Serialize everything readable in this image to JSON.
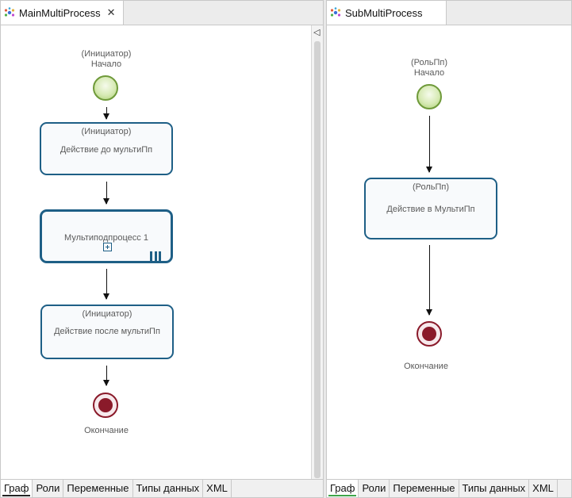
{
  "main": {
    "tab_title": "MainMultiProcess",
    "close_glyph": "✕",
    "scroll_arrow": "◁",
    "start_label_role": "(Инициатор)",
    "start_label_name": "Начало",
    "task1": {
      "role": "(Инициатор)",
      "name": "Действие до мультиПп"
    },
    "subprocess": {
      "name": "Мультиподпроцесс 1"
    },
    "task2": {
      "role": "(Инициатор)",
      "name": "Действие после мультиПп"
    },
    "end_label": "Окончание",
    "bottom_tabs": [
      "Граф",
      "Роли",
      "Переменные",
      "Типы данных",
      "XML"
    ]
  },
  "sub": {
    "tab_title": "SubMultiProcess",
    "start_label_role": "(РольПп)",
    "start_label_name": "Начало",
    "task1": {
      "role": "(РольПп)",
      "name": "Действие в МультиПп"
    },
    "end_label": "Окончание",
    "bottom_tabs": [
      "Граф",
      "Роли",
      "Переменные",
      "Типы данных",
      "XML"
    ]
  },
  "icons": {
    "process_tab": "process-diagram-icon",
    "close": "close-icon",
    "subprocess_marker": "subprocess-expand-icon",
    "multi_instance_marker": "parallel-multi-instance-icon"
  },
  "colors": {
    "task_border": "#1e5f86",
    "start_event": "#a9cf6f",
    "end_event": "#8a1a2a",
    "active_tab_underline_right": "#3fa54a"
  }
}
